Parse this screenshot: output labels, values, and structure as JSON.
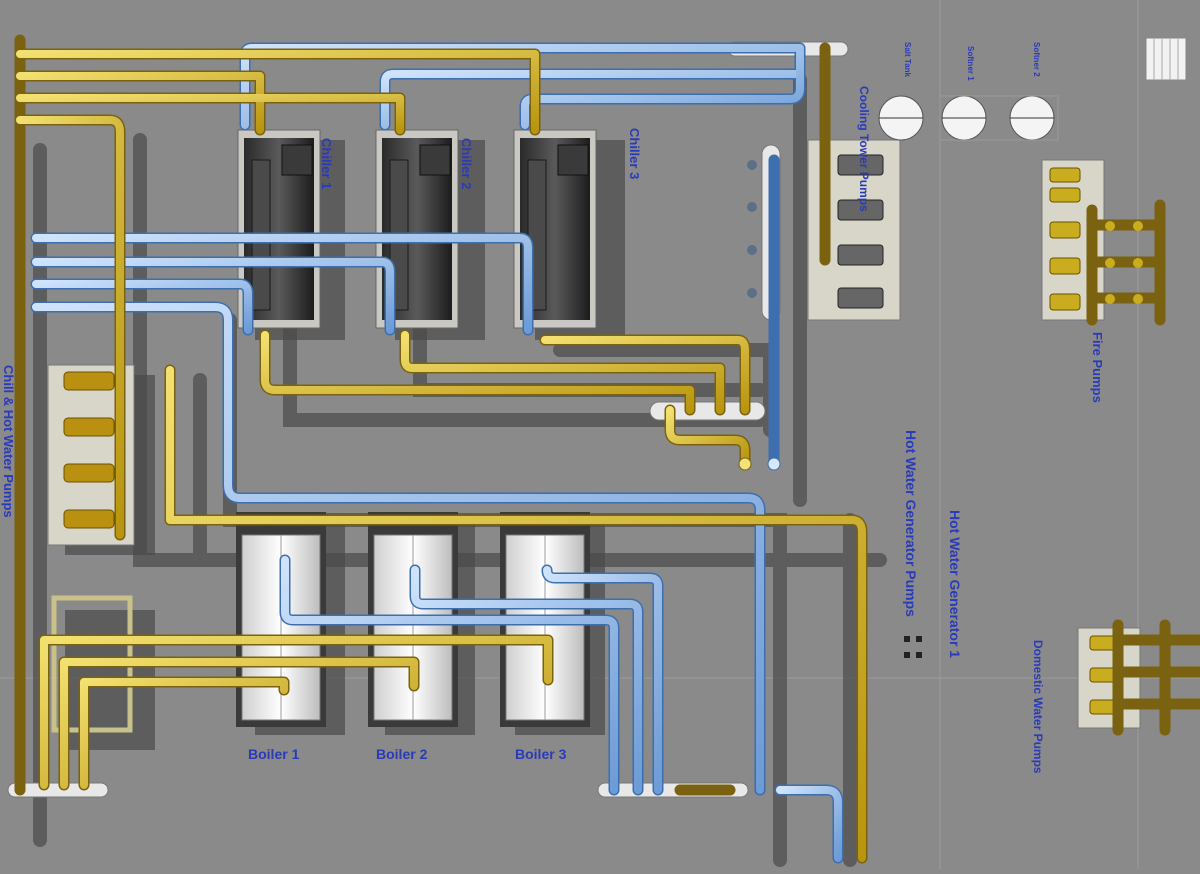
{
  "labels": {
    "chiller_1": "Chiller 1",
    "chiller_2": "Chiller 2",
    "chiller_3": "Chiller 3",
    "boiler_1": "Boiler 1",
    "boiler_2": "Boiler 2",
    "boiler_3": "Boiler 3",
    "cooling_tower_pumps": "Cooling Tower Pumps",
    "salt_tank": "Salt Tank",
    "softner_1": "Softner 1",
    "softner_2": "Softner 2",
    "fire_pumps": "Fire Pumps",
    "hw_pumps": "Chill & Hot Water Pumps",
    "hwg_pumps": "Hot Water Generator Pumps",
    "hwg_1": "Hot Water Generator 1",
    "domestic_pumps": "Domestic Water Pumps"
  },
  "colors": {
    "background": "#8a8a8a",
    "chilled_pipe": "#7fb1e8",
    "hot_pipe": "#c9ad1e",
    "label": "#2a3bb8"
  }
}
